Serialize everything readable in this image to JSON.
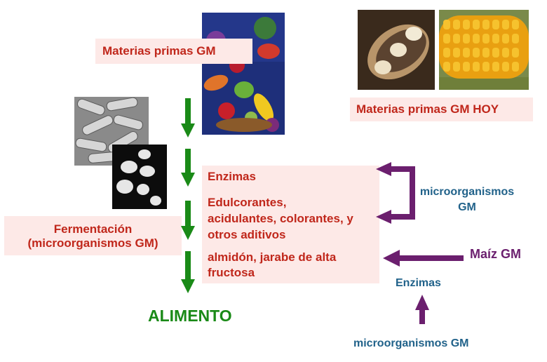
{
  "labels": {
    "raw_materials": "Materias primas GM",
    "raw_materials_today": "Materias primas GM HOY",
    "fermentation_line1": "Fermentación",
    "fermentation_line2": "(microorganismos GM)",
    "enzymes": "Enzimas",
    "additives_line1": "Edulcorantes,",
    "additives_line2": "acidulantes, colorantes, y",
    "additives_line3": "otros aditivos",
    "starch_line1": "almidón, jarabe de alta",
    "starch_line2": "fructosa",
    "food": "ALIMENTO",
    "gm_microorganisms_line1": "microorganismos",
    "gm_microorganisms_line2": "GM",
    "gm_corn": "Maíz GM",
    "enzymes_right": "Enzimas",
    "gm_microorganisms_bottom": "microorganismos GM"
  },
  "colors": {
    "box_fill": "#fde9e7",
    "red_text": "#c0271b",
    "green": "#1a8a17",
    "purple": "#6b1f6e",
    "blue": "#21628a"
  },
  "images": {
    "produce": "fruits-and-vegetables-photo",
    "soybean": "soybean-pod-photo",
    "corn": "corn-cob-photo",
    "bacteria": "bacteria-micrograph",
    "yeast": "yeast-micrograph"
  }
}
